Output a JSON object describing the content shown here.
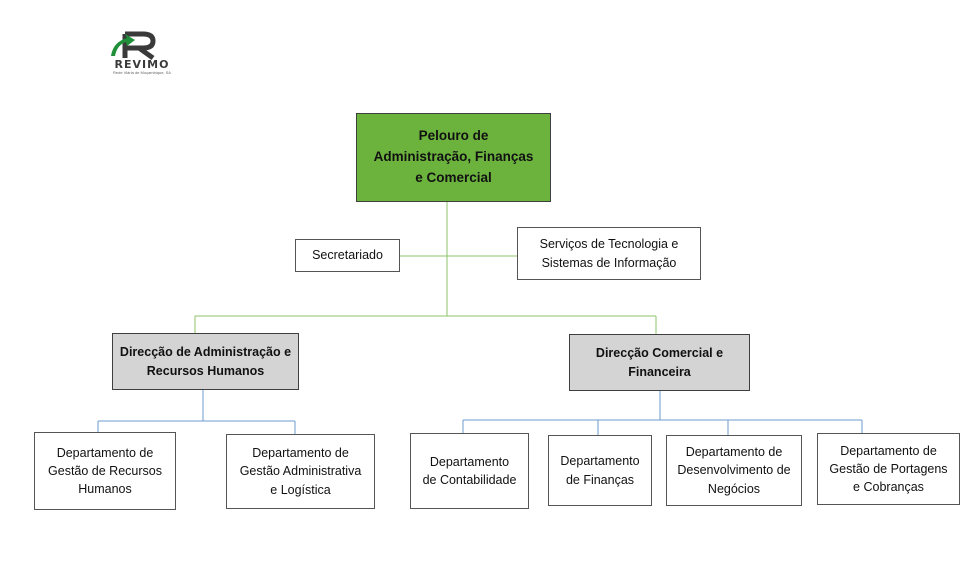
{
  "logo": {
    "name": "REVIMO",
    "subtitle": "Rede Viária de Moçambique, SA"
  },
  "chart": {
    "root": "Pelouro de\nAdministração, Finanças\ne Comercial",
    "support": {
      "left": "Secretariado",
      "right": "Serviços de Tecnologia e\nSistemas de Informação"
    },
    "directorates": [
      {
        "label": "Direcção de Administração e\nRecursos Humanos",
        "departments": [
          "Departamento de\nGestão de Recursos\nHumanos",
          "Departamento de\nGestão Administrativa\ne Logística"
        ]
      },
      {
        "label": "Direcção Comercial e\nFinanceira",
        "departments": [
          "Departamento\nde Contabilidade",
          "Departamento\nde Finanças",
          "Departamento de\nDesenvolvimento de\nNegócios",
          "Departamento de\nGestão de Portagens\ne Cobranças"
        ]
      }
    ]
  },
  "colors": {
    "root_fill": "#6cb33e",
    "directorate_fill": "#d4d4d4",
    "top_connector": "#8cc56a",
    "bottom_connector": "#6d9bd1",
    "logo_green": "#1f8f3a",
    "logo_dark": "#3a3a3a"
  }
}
